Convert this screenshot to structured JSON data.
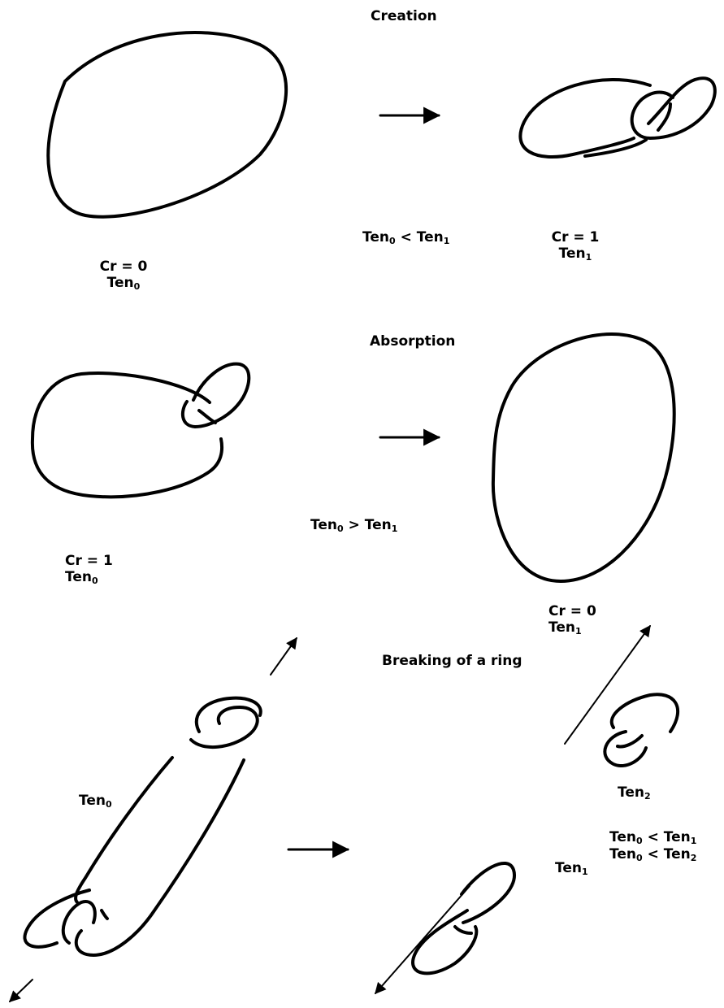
{
  "sections": {
    "creation": {
      "title": "Creation",
      "relation": {
        "left": "Ten",
        "left_sub": "0",
        "op": "<",
        "right": "Ten",
        "right_sub": "1"
      },
      "before": {
        "cr": "Cr = 0",
        "ten": "Ten",
        "ten_sub": "0"
      },
      "after": {
        "cr": "Cr = 1",
        "ten": "Ten",
        "ten_sub": "1"
      }
    },
    "absorption": {
      "title": "Absorption",
      "relation": {
        "left": "Ten",
        "left_sub": "0",
        "op": ">",
        "right": "Ten",
        "right_sub": "1"
      },
      "before": {
        "cr": "Cr = 1",
        "ten": "Ten",
        "ten_sub": "0"
      },
      "after": {
        "cr": "Cr = 0",
        "ten": "Ten",
        "ten_sub": "1"
      }
    },
    "breaking": {
      "title": "Breaking of a ring",
      "before": {
        "ten": "Ten",
        "ten_sub": "0"
      },
      "upper": {
        "ten": "Ten",
        "ten_sub": "2"
      },
      "lower": {
        "ten": "Ten",
        "ten_sub": "1"
      },
      "relations": [
        {
          "left": "Ten",
          "left_sub": "0",
          "op": "<",
          "right": "Ten",
          "right_sub": "1"
        },
        {
          "left": "Ten",
          "left_sub": "0",
          "op": "<",
          "right": "Ten",
          "right_sub": "2"
        }
      ]
    }
  },
  "line_color": "#000000"
}
